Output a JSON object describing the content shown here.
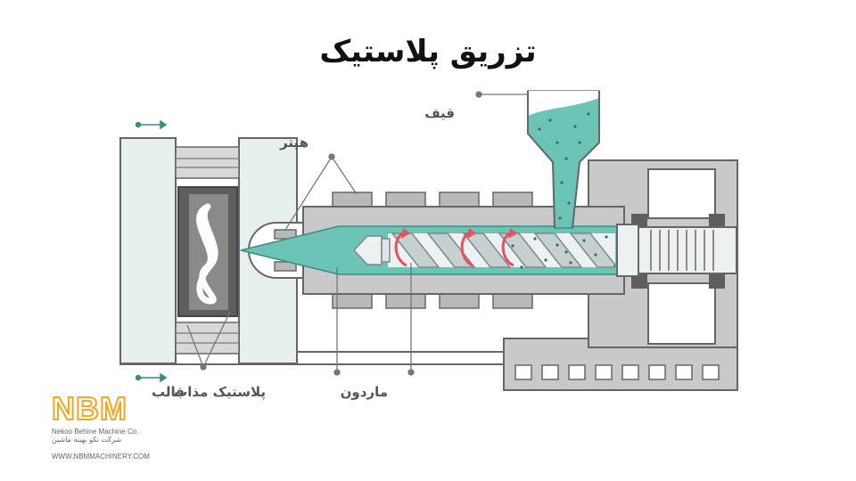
{
  "title": "تزریق پلاستیک",
  "labels": {
    "hopper": "قیف",
    "heater": "هیتر",
    "mold": "قالب",
    "molten_plastic": "پلاستیک مذاب",
    "screw": "ماردون"
  },
  "logo": {
    "mark": "NBM",
    "company_en": "Nekoo Behine Machine Co.",
    "company_fa": "شرکت نکو بهینه ماشین",
    "website": "WWW.NBMMACHINERY.COM"
  },
  "colors": {
    "teal": "#6cc4b6",
    "gray": "#c9c9c9",
    "dark_gray": "#5e5e5e",
    "red_arrow": "#e8505b",
    "logo_orange": "#f4a623"
  }
}
